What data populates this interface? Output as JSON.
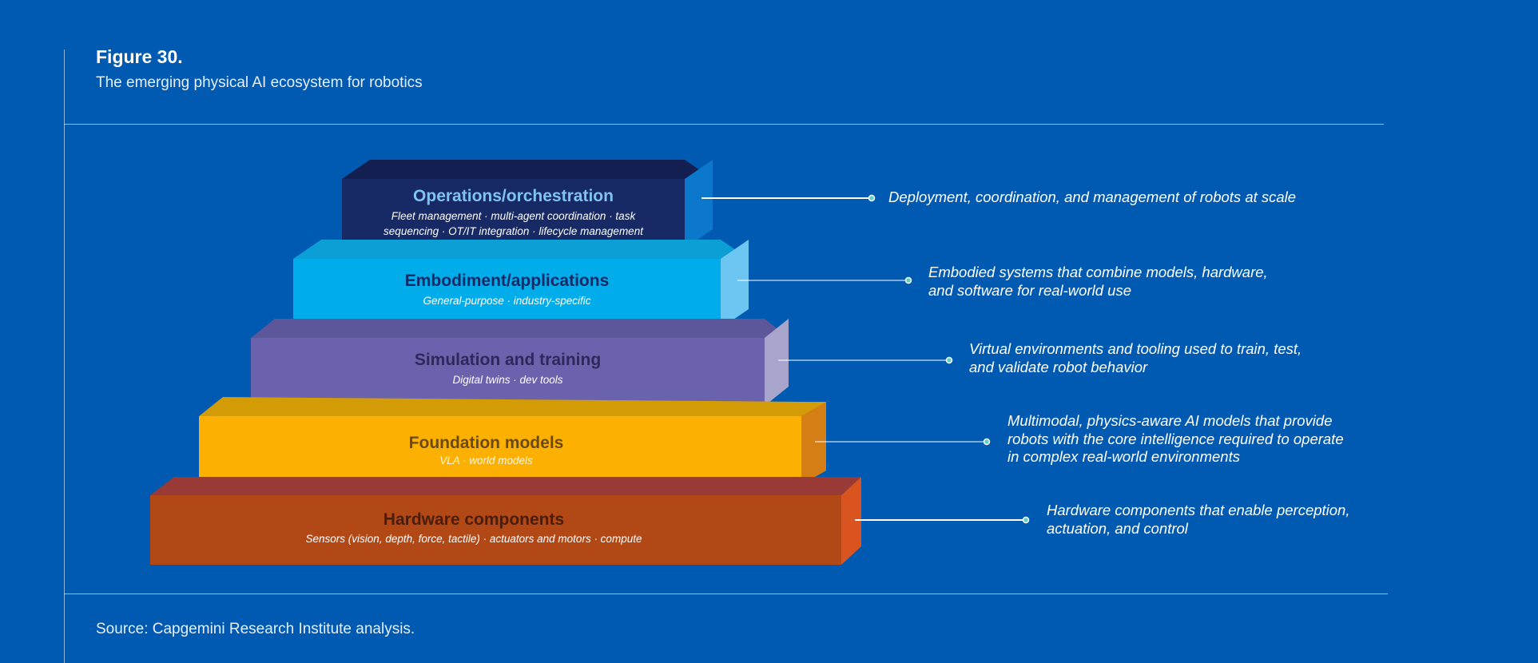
{
  "figure": {
    "title": "Figure 30.",
    "subtitle": "The emerging physical AI ecosystem for robotics",
    "source": "Source: Capgemini Research Institute analysis."
  },
  "layers": [
    {
      "title": "Operations/orchestration",
      "subtitle_line1": "Fleet management · multi-agent coordination · task",
      "subtitle_line2": "sequencing · OT/IT integration · lifecycle management",
      "description_line1": "Deployment, coordination, and management of robots at scale",
      "colors": {
        "front": "#172A66",
        "top": "#121F50",
        "side": "#0B78CC",
        "title": "#7FC3F2"
      }
    },
    {
      "title": "Embodiment/applications",
      "subtitle_line1": "General-purpose · industry-specific",
      "description_line1": "Embodied systems that combine models, hardware,",
      "description_line2": "and software for real-world use",
      "colors": {
        "front": "#00ADEA",
        "top": "#0B9FD6",
        "side": "#6CC6F1",
        "title": "#172A66"
      }
    },
    {
      "title": "Simulation and training",
      "subtitle_line1": "Digital twins · dev tools",
      "description_line1": "Virtual environments and tooling used to train, test,",
      "description_line2": "and validate robot behavior",
      "colors": {
        "front": "#6A62AC",
        "top": "#5C579A",
        "side": "#A8A5CC",
        "title": "#2C2A5A"
      }
    },
    {
      "title": "Foundation models",
      "subtitle_line1": "VLA · world models",
      "description_line1": "Multimodal, physics-aware AI models that provide",
      "description_line2": "robots with the core intelligence required to operate",
      "description_line3": "in complex real-world environments",
      "colors": {
        "front": "#FBB002",
        "top": "#D39B05",
        "side": "#D57E16",
        "title": "#6B4A16"
      }
    },
    {
      "title": "Hardware components",
      "subtitle_line1": "Sensors (vision, depth, force, tactile) · actuators and motors · compute",
      "description_line1": "Hardware components that enable perception,",
      "description_line2": "actuation, and control",
      "colors": {
        "front": "#B24816",
        "top": "#993A36",
        "side": "#D9541E",
        "title": "#4A1D0C"
      }
    }
  ]
}
